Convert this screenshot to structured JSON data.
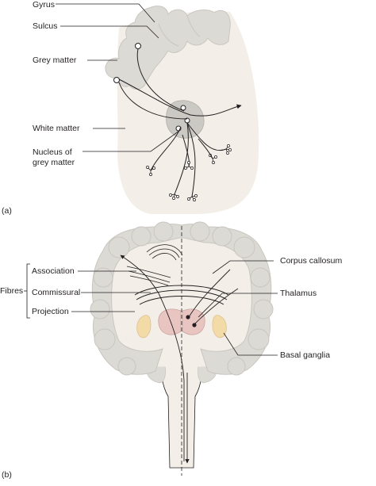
{
  "panel_a": {
    "panel_label": "(a)",
    "labels": {
      "gyrus": "Gyrus",
      "sulcus": "Sulcus",
      "grey_matter": "Grey matter",
      "white_matter": "White matter",
      "nucleus": "Nucleus of\ngrey matter"
    }
  },
  "panel_b": {
    "panel_label": "(b)",
    "fibres": "Fibres",
    "association": "Association",
    "commissural": "Commissural",
    "projection": "Projection",
    "corpus_callosum": "Corpus callosum",
    "thalamus": "Thalamus",
    "basal_ganglia": "Basal ganglia"
  },
  "colors": {
    "grey_matter": "#dcdad5",
    "white_matter": "#f3efe8",
    "nucleus_fill": "#cbc9c4",
    "thalamus_fill": "#e9c5c2",
    "basal_ganglia_fill": "#f3dba8",
    "line": "#231f20"
  }
}
